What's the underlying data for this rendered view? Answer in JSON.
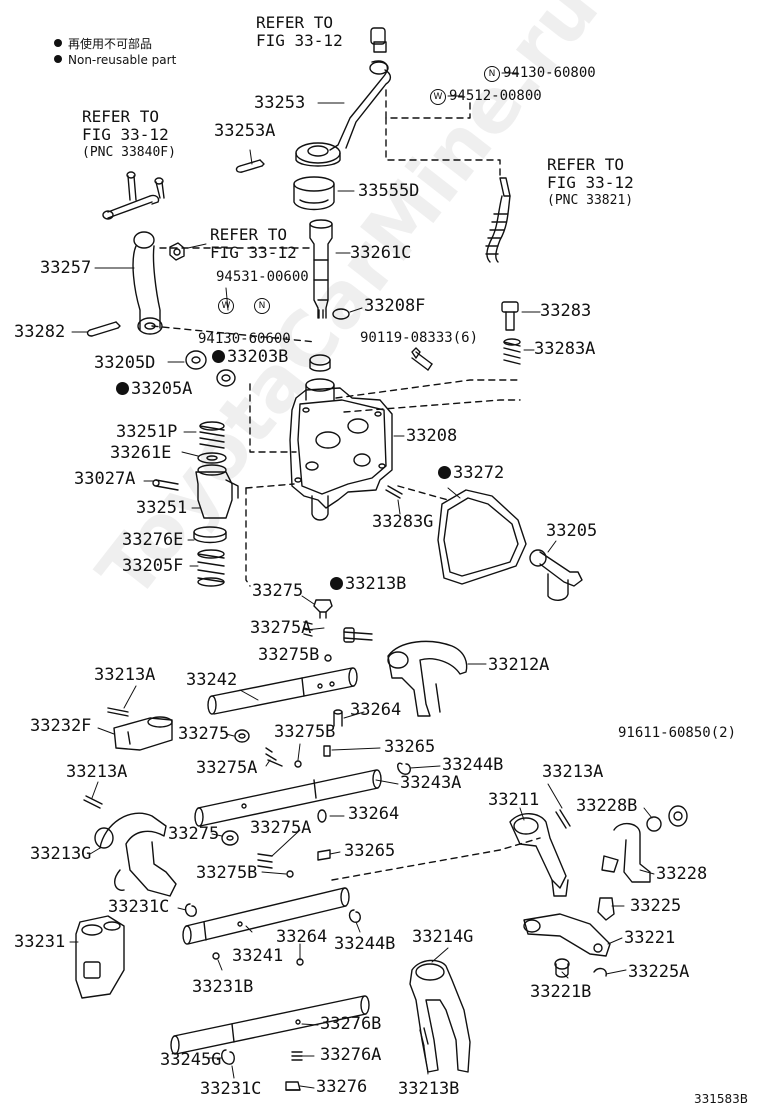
{
  "legend": {
    "line1": "再使用不可部品",
    "line2": "Non-reusable part"
  },
  "refers": {
    "top": {
      "line1": "REFER TO",
      "line2": "FIG 33-12"
    },
    "left": {
      "line1": "REFER TO",
      "line2": "FIG 33-12",
      "pnc": "(PNC 33840F)"
    },
    "right": {
      "line1": "REFER TO",
      "line2": "FIG 33-12",
      "pnc": "(PNC 33821)"
    },
    "mid": {
      "line1": "REFER TO",
      "line2": "FIG 33-12"
    }
  },
  "marks": {
    "n": "N",
    "w": "W"
  },
  "parts": {
    "p33253": "33253",
    "p33253A": "33253A",
    "p33555D": "33555D",
    "p94130a": "94130-60800",
    "p94512": "94512-00800",
    "p33257": "33257",
    "p94531": "94531-00600",
    "p94130b": "94130-60600",
    "p33261C": "33261C",
    "p33208F": "33208F",
    "p33283": "33283",
    "p90119": "90119-08333(6)",
    "p33283A": "33283A",
    "p33282": "33282",
    "p33205D": "33205D",
    "p33203B": "33203B",
    "p33205A": "33205A",
    "p33251P": "33251P",
    "p33261E": "33261E",
    "p33208": "33208",
    "p33027A": "33027A",
    "p33272": "33272",
    "p33251": "33251",
    "p33283G": "33283G",
    "p33276E": "33276E",
    "p33205": "33205",
    "p33205F": "33205F",
    "p33275a": "33275",
    "p33213B": "33213B",
    "p33275Aa": "33275A",
    "p33275Ba": "33275B",
    "p33212A": "33212A",
    "p33213Aa": "33213A",
    "p33242": "33242",
    "p33264a": "33264",
    "p33232F": "33232F",
    "p33275b": "33275",
    "p33275Bb": "33275B",
    "p91611": "91611-60850(2)",
    "p33265a": "33265",
    "p33275Ab": "33275A",
    "p33244Ba": "33244B",
    "p33243A": "33243A",
    "p33213Ab": "33213A",
    "p33213Ac": "33213A",
    "p33211": "33211",
    "p33228B": "33228B",
    "p33264b": "33264",
    "p33275c": "33275",
    "p33275Ac": "33275A",
    "p33213G": "33213G",
    "p33265b": "33265",
    "p33275Bc": "33275B",
    "p33228": "33228",
    "p33231C": "33231C",
    "p33225": "33225",
    "p33231": "33231",
    "p33264c": "33264",
    "p33244Bb": "33244B",
    "p33214G": "33214G",
    "p33221": "33221",
    "p33241": "33241",
    "p33231B": "33231B",
    "p33225A": "33225A",
    "p33221B": "33221B",
    "p33276B": "33276B",
    "p33245G": "33245G",
    "p33276A": "33276A",
    "p33231Cb": "33231C",
    "p33276": "33276",
    "p33213Bb": "33213B"
  },
  "watermark": "ToyotaCarMine.ru",
  "diagram_code": "331583B"
}
